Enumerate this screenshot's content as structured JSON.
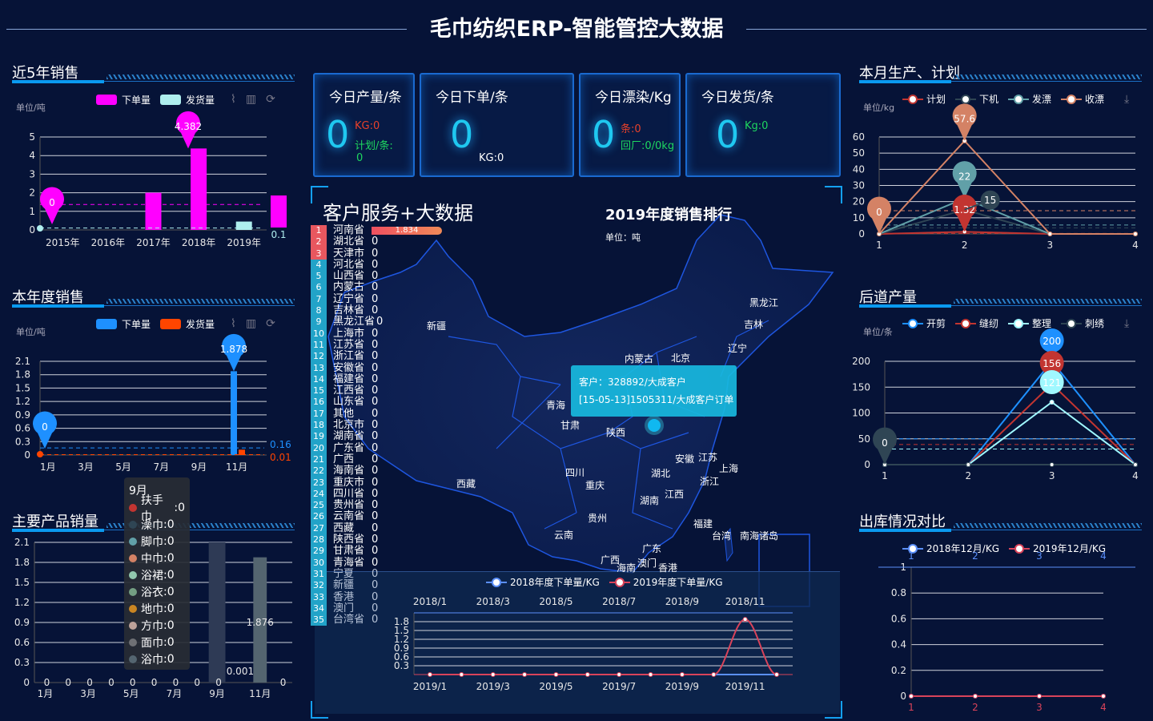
{
  "header": {
    "title": "毛巾纺织ERP-智能管控大数据"
  },
  "colors": {
    "magenta": "#ff00ff",
    "cyan": "#aeeeee",
    "blue": "#1e90ff",
    "orange": "#ff4500",
    "panel_bg": "#061337"
  },
  "panels": {
    "five_year": {
      "title": "近5年销售",
      "unit": "单位/吨",
      "legend": [
        "下单量",
        "发货量"
      ],
      "tools": [
        "line-chart-icon",
        "bar-chart-icon",
        "refresh-icon"
      ]
    },
    "this_year": {
      "title": "本年度销售",
      "unit": "单位/吨",
      "legend": [
        "下单量",
        "发货量"
      ],
      "tools": [
        "line-chart-icon",
        "bar-chart-icon",
        "refresh-icon"
      ]
    },
    "products": {
      "title": "主要产品销量"
    },
    "month_prod": {
      "title": "本月生产、计划",
      "unit": "单位/kg",
      "legend": [
        "计划",
        "下机",
        "发漂",
        "收漂"
      ]
    },
    "post_prod": {
      "title": "后道产量",
      "unit": "单位/条",
      "legend": [
        "开剪",
        "缝纫",
        "整理",
        "刺绣"
      ]
    },
    "outbound": {
      "title": "出库情况对比",
      "legend": [
        "2018年12月/KG",
        "2019年12月/KG"
      ]
    }
  },
  "cards": [
    {
      "title": "今日产量/条",
      "value": "0",
      "line1": "KG:0",
      "line2": "计划/条:",
      "line3": "0"
    },
    {
      "title": "今日下单/条",
      "value": "0",
      "line1": "KG:0"
    },
    {
      "title": "今日漂染/Kg",
      "value": "0",
      "line1": "条:0",
      "line2": "回厂:0/0kg"
    },
    {
      "title": "今日发货/条",
      "value": "0",
      "line1": "Kg:0"
    }
  ],
  "map": {
    "title": "客户服务+大数据",
    "rank_title": "2019年度销售排行",
    "unit": "单位：吨",
    "tooltip": {
      "line1": "客户：328892/大成客户",
      "line2": "[15-05-13]1505311/大成客户订单"
    },
    "ranking": [
      {
        "name": "河南省",
        "value": "1.834"
      },
      {
        "name": "湖北省",
        "value": "0"
      },
      {
        "name": "天津市",
        "value": "0"
      },
      {
        "name": "河北省",
        "value": "0"
      },
      {
        "name": "山西省",
        "value": "0"
      },
      {
        "name": "内蒙古",
        "value": "0"
      },
      {
        "name": "辽宁省",
        "value": "0"
      },
      {
        "name": "吉林省",
        "value": "0"
      },
      {
        "name": "黑龙江省",
        "value": "0"
      },
      {
        "name": "上海市",
        "value": "0"
      },
      {
        "name": "江苏省",
        "value": "0"
      },
      {
        "name": "浙江省",
        "value": "0"
      },
      {
        "name": "安徽省",
        "value": "0"
      },
      {
        "name": "福建省",
        "value": "0"
      },
      {
        "name": "江西省",
        "value": "0"
      },
      {
        "name": "山东省",
        "value": "0"
      },
      {
        "name": "其他",
        "value": "0"
      },
      {
        "name": "北京市",
        "value": "0"
      },
      {
        "name": "湖南省",
        "value": "0"
      },
      {
        "name": "广东省",
        "value": "0"
      },
      {
        "name": "广西",
        "value": "0"
      },
      {
        "name": "海南省",
        "value": "0"
      },
      {
        "name": "重庆市",
        "value": "0"
      },
      {
        "name": "四川省",
        "value": "0"
      },
      {
        "name": "贵州省",
        "value": "0"
      },
      {
        "name": "云南省",
        "value": "0"
      },
      {
        "name": "西藏",
        "value": "0"
      },
      {
        "name": "陕西省",
        "value": "0"
      },
      {
        "name": "甘肃省",
        "value": "0"
      },
      {
        "name": "青海省",
        "value": "0"
      },
      {
        "name": "宁夏",
        "value": "0"
      },
      {
        "name": "新疆",
        "value": "0"
      },
      {
        "name": "香港",
        "value": "0"
      },
      {
        "name": "澳门",
        "value": "0"
      },
      {
        "name": "台湾省",
        "value": "0"
      }
    ],
    "labels": [
      "新疆",
      "西藏",
      "青海",
      "甘肃",
      "内蒙古",
      "黑龙江",
      "吉林",
      "辽宁",
      "北京",
      "陕西",
      "四川",
      "重庆",
      "贵州",
      "云南",
      "广西",
      "广东",
      "湖南",
      "湖北",
      "江西",
      "安徽",
      "江苏",
      "上海",
      "浙江",
      "福建",
      "台湾",
      "南海诸岛",
      "香港",
      "澳门",
      "海南"
    ]
  },
  "tooltip_9": {
    "title": "9月",
    "items": [
      {
        "name": "扶手巾",
        "value": "0",
        "color": "#c23531"
      },
      {
        "name": "澡巾",
        "value": "0",
        "color": "#2f4554"
      },
      {
        "name": "脚巾",
        "value": "0",
        "color": "#61a0a8"
      },
      {
        "name": "中巾",
        "value": "0",
        "color": "#d48265"
      },
      {
        "name": "浴裙",
        "value": "0",
        "color": "#91c7ae"
      },
      {
        "name": "浴衣",
        "value": "0",
        "color": "#749f83"
      },
      {
        "name": "地巾",
        "value": "0",
        "color": "#ca8622"
      },
      {
        "name": "方巾",
        "value": "0",
        "color": "#bda29a"
      },
      {
        "name": "面巾",
        "value": "0",
        "color": "#6e7074"
      },
      {
        "name": "浴巾",
        "value": "0",
        "color": "#546570"
      }
    ]
  },
  "chart_data": [
    {
      "id": "five_year",
      "type": "bar",
      "categories": [
        "2015年",
        "2016年",
        "2017年",
        "2018年",
        "2019年"
      ],
      "ylim": [
        0,
        5
      ],
      "yticks": [
        "0",
        "1",
        "2",
        "3",
        "4",
        "5"
      ],
      "series": [
        {
          "name": "下单量",
          "color": "#ff00ff",
          "values": [
            0,
            0,
            2,
            4.382,
            0
          ],
          "max_label": "4.382",
          "min_label": "0",
          "avg": 1.28
        },
        {
          "name": "发货量",
          "color": "#aeeeee",
          "values": [
            0,
            0,
            0,
            0,
            0.45
          ],
          "avg": 0.1,
          "avg_label": "0.1"
        }
      ]
    },
    {
      "id": "this_year",
      "type": "bar",
      "categories": [
        "1月",
        "2月",
        "3月",
        "4月",
        "5月",
        "6月",
        "7月",
        "8月",
        "9月",
        "10月",
        "11月",
        "12月"
      ],
      "ylim": [
        0,
        2.1
      ],
      "yticks": [
        "0",
        "0.3",
        "0.6",
        "0.9",
        "1.2",
        "1.5",
        "1.8",
        "2.1"
      ],
      "series": [
        {
          "name": "下单量",
          "color": "#1e90ff",
          "values": [
            0,
            0,
            0,
            0,
            0,
            0,
            0,
            0,
            0,
            0,
            1.878,
            0
          ],
          "max_label": "1.878",
          "min_label": "0",
          "avg": 0.16,
          "avg_label": "0.16"
        },
        {
          "name": "发货量",
          "color": "#ff4500",
          "values": [
            0,
            0,
            0,
            0,
            0,
            0,
            0,
            0,
            0,
            0,
            0.12,
            0
          ],
          "avg": 0.01,
          "avg_label": "0.01"
        }
      ]
    },
    {
      "id": "products",
      "type": "bar",
      "categories": [
        "1月",
        "2月",
        "3月",
        "4月",
        "5月",
        "6月",
        "7月",
        "8月",
        "9月",
        "10月",
        "11月",
        "12月"
      ],
      "ylim": [
        0,
        2.1
      ],
      "yticks": [
        "0",
        "0.3",
        "0.6",
        "0.9",
        "1.2",
        "1.5",
        "1.8",
        "2.1"
      ],
      "series": [
        {
          "name": "浴巾",
          "color": "#546570",
          "values": [
            0,
            0,
            0,
            0,
            0,
            0,
            0,
            0,
            0,
            0,
            1.876,
            0
          ],
          "labels": [
            "0",
            "0",
            "0",
            "0",
            "0",
            "0",
            "0",
            "0",
            "0",
            "0.001",
            "1.876",
            "0"
          ]
        }
      ],
      "highlight": "9月"
    },
    {
      "id": "month_prod",
      "type": "line",
      "x": [
        "1",
        "2",
        "3",
        "4"
      ],
      "ylim": [
        0,
        60
      ],
      "yticks": [
        "0",
        "10",
        "20",
        "30",
        "40",
        "50",
        "60"
      ],
      "series": [
        {
          "name": "计划",
          "color": "#c23531",
          "values": [
            0,
            1.32,
            0,
            0
          ]
        },
        {
          "name": "下机",
          "color": "#2f4554",
          "values": [
            0,
            15,
            0,
            0
          ]
        },
        {
          "name": "发漂",
          "color": "#61a0a8",
          "values": [
            0,
            22,
            0,
            0
          ]
        },
        {
          "name": "收漂",
          "color": "#d48265",
          "values": [
            0,
            57.6,
            0,
            0
          ]
        }
      ]
    },
    {
      "id": "post_prod",
      "type": "line",
      "x": [
        "1",
        "2",
        "3",
        "4"
      ],
      "ylim": [
        0,
        200
      ],
      "yticks": [
        "0",
        "50",
        "100",
        "150",
        "200"
      ],
      "series": [
        {
          "name": "开剪",
          "color": "#1e90ff",
          "values": [
            0,
            0,
            200,
            0
          ]
        },
        {
          "name": "缝纫",
          "color": "#c23531",
          "values": [
            0,
            0,
            156,
            0
          ]
        },
        {
          "name": "整理",
          "color": "#a0f8ff",
          "values": [
            0,
            0,
            121,
            0
          ]
        },
        {
          "name": "刺绣",
          "color": "#2f4554",
          "values": [
            0,
            0,
            0,
            0
          ]
        }
      ]
    },
    {
      "id": "outbound",
      "type": "line",
      "x": [
        "1",
        "2",
        "3",
        "4"
      ],
      "ylim": [
        0,
        1
      ],
      "yticks": [
        "0",
        "0.2",
        "0.4",
        "0.6",
        "0.8",
        "1"
      ],
      "series": [
        {
          "name": "2018年12月/KG",
          "color": "#5b8ff9",
          "values": [
            0,
            0,
            0,
            0
          ]
        },
        {
          "name": "2019年12月/KG",
          "color": "#d9435a",
          "values": [
            0,
            0,
            0,
            0
          ]
        }
      ]
    },
    {
      "id": "yearly_orders",
      "type": "line",
      "x_top": [
        "2018/1",
        "2018/3",
        "2018/5",
        "2018/7",
        "2018/9",
        "2018/11"
      ],
      "x_bottom": [
        "2019/1",
        "2019/3",
        "2019/5",
        "2019/7",
        "2019/9",
        "2019/11"
      ],
      "ylim": [
        0,
        2.1
      ],
      "yticks": [
        "0.3",
        "0.6",
        "0.9",
        "1.2",
        "1.5",
        "1.8"
      ],
      "series": [
        {
          "name": "2018年度下单量/KG",
          "color": "#5b8ff9",
          "values": [
            0,
            0,
            0,
            0,
            0,
            0,
            0,
            0,
            0,
            0,
            0,
            0
          ]
        },
        {
          "name": "2019年度下单量/KG",
          "color": "#d9435a",
          "values": [
            0,
            0,
            0,
            0,
            0,
            0,
            0,
            0,
            0,
            0,
            1.878,
            0
          ]
        }
      ]
    }
  ]
}
